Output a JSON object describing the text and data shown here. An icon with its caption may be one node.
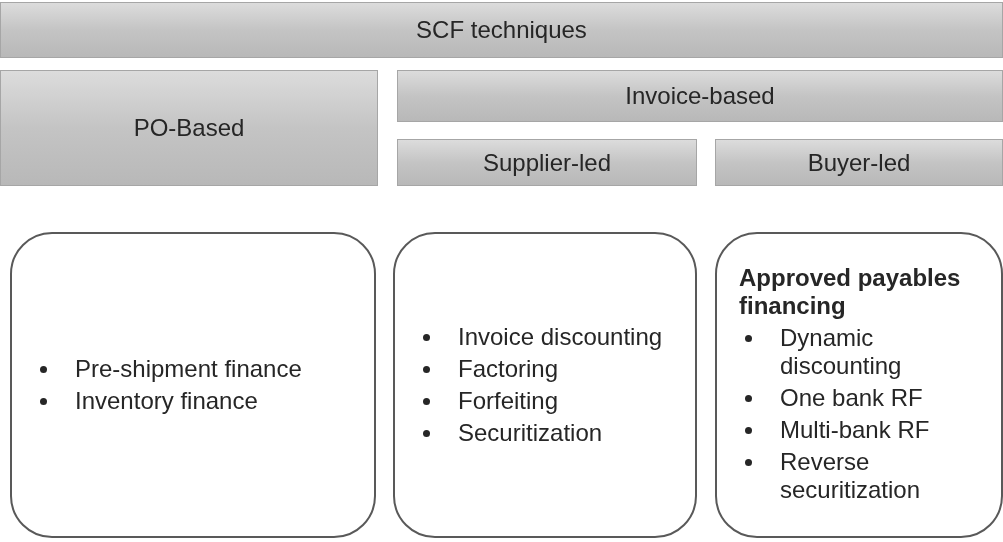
{
  "diagram": {
    "nodes": [
      {
        "text": [
          "SCF techniques"
        ]
      },
      {
        "text": [
          "PO-Based"
        ]
      },
      {
        "text": [
          "Invoice-based"
        ]
      },
      {
        "text": [
          "Supplier-led"
        ]
      },
      {
        "text": [
          "Buyer-led"
        ]
      },
      {
        "text": [
          "Pre-shipment finance",
          "Inventory finance"
        ]
      },
      {
        "text": [
          "Invoice discounting",
          "Factoring",
          "Forfeiting",
          "Securitization"
        ]
      },
      {
        "text": [
          "Approved payables financing",
          "Dynamic discounting",
          "One bank RF",
          "Multi-bank RF",
          "Reverse securitization"
        ]
      }
    ],
    "edges": []
  }
}
